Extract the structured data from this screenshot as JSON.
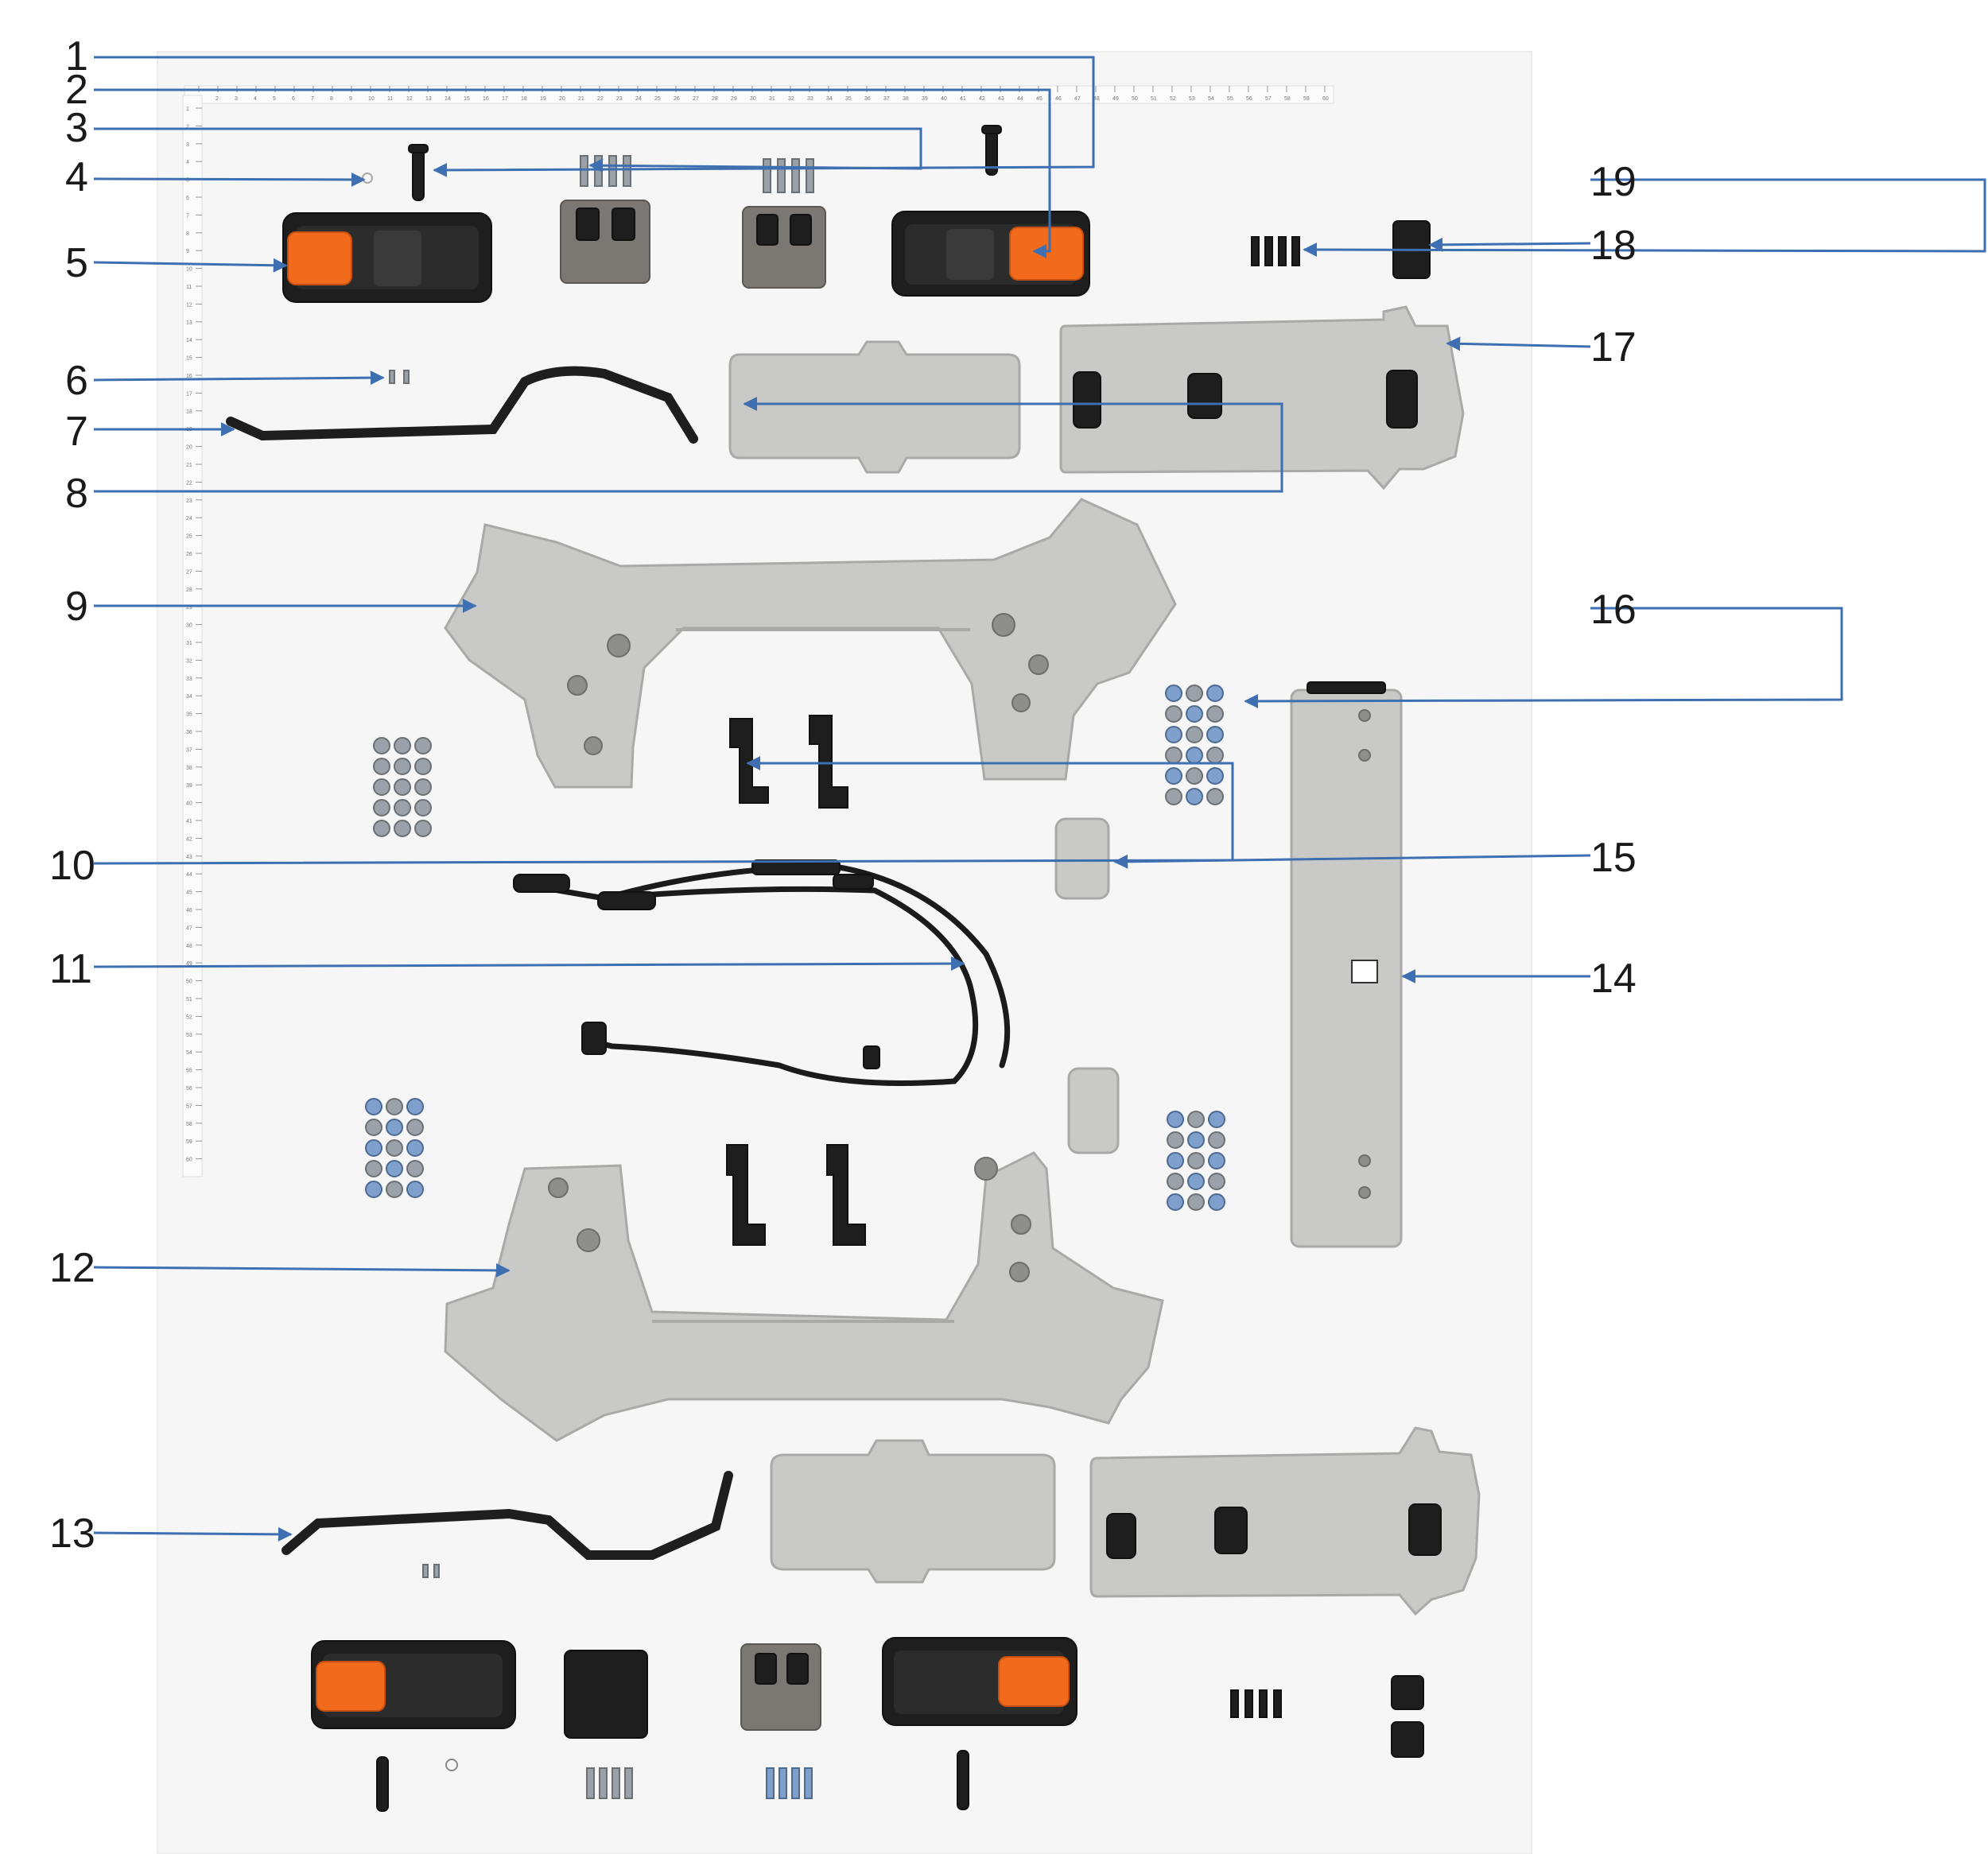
{
  "diagram": {
    "callouts": [
      {
        "id": "1",
        "label": "1"
      },
      {
        "id": "2",
        "label": "2"
      },
      {
        "id": "3",
        "label": "3"
      },
      {
        "id": "4",
        "label": "4"
      },
      {
        "id": "5",
        "label": "5"
      },
      {
        "id": "6",
        "label": "6"
      },
      {
        "id": "7",
        "label": "7"
      },
      {
        "id": "8",
        "label": "8"
      },
      {
        "id": "9",
        "label": "9"
      },
      {
        "id": "10",
        "label": "10"
      },
      {
        "id": "11",
        "label": "11"
      },
      {
        "id": "12",
        "label": "12"
      },
      {
        "id": "13",
        "label": "13"
      },
      {
        "id": "14",
        "label": "14"
      },
      {
        "id": "15",
        "label": "15"
      },
      {
        "id": "16",
        "label": "16"
      },
      {
        "id": "17",
        "label": "17"
      },
      {
        "id": "18",
        "label": "18"
      },
      {
        "id": "19",
        "label": "19"
      }
    ],
    "colors": {
      "leader": "#3e6fb0",
      "plastic_gray": "#c9c9c7",
      "plastic_black": "#1e1e1e",
      "latch_orange": "#f26b1d",
      "background_board": "#f6f6f6"
    },
    "ruler": {
      "horizontal_ticks": [
        "1",
        "2",
        "3",
        "4",
        "5",
        "6",
        "7",
        "8",
        "9",
        "10",
        "11",
        "12",
        "13",
        "14",
        "15",
        "16",
        "17",
        "18",
        "19",
        "20",
        "21",
        "22",
        "23",
        "24",
        "25",
        "26",
        "27",
        "28",
        "29",
        "30",
        "31",
        "32",
        "33",
        "34",
        "35",
        "36",
        "37",
        "38",
        "39",
        "40",
        "41",
        "42",
        "43",
        "44",
        "45",
        "46",
        "47",
        "48",
        "49",
        "50",
        "51",
        "52",
        "53",
        "54",
        "55",
        "56",
        "57",
        "58",
        "59",
        "60"
      ],
      "vertical_ticks": [
        "1",
        "2",
        "3",
        "4",
        "5",
        "6",
        "7",
        "8",
        "9",
        "10",
        "11",
        "12",
        "13",
        "14",
        "15",
        "16",
        "17",
        "18",
        "19",
        "20",
        "21",
        "22",
        "23",
        "24",
        "25",
        "26",
        "27",
        "28",
        "29",
        "30",
        "31",
        "32",
        "33",
        "34",
        "35",
        "36",
        "37",
        "38",
        "39",
        "40",
        "41",
        "42",
        "43",
        "44",
        "45",
        "46",
        "47",
        "48",
        "49",
        "50",
        "51",
        "52",
        "53",
        "54",
        "55",
        "56",
        "57",
        "58",
        "59",
        "60"
      ]
    }
  }
}
